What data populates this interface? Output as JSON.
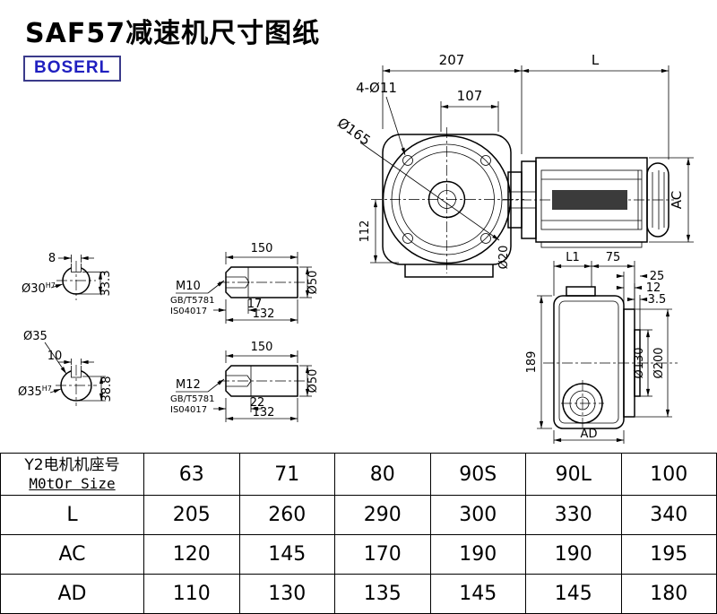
{
  "page": {
    "title": "SAF57减速机尺寸图纸",
    "brand": "BOSERL"
  },
  "d": {
    "main": {
      "d207": "207",
      "dL": "L",
      "bolt": "4-Ø11",
      "d107": "107",
      "d165": "Ø165",
      "d112": "112",
      "dAC": "AC",
      "d20": "Ø20"
    },
    "ends": {
      "w8": "8",
      "d30": "Ø30",
      "h7": "H7",
      "d333": "33.3",
      "d35o": "Ø35",
      "w10": "10",
      "d35": "Ø35",
      "d388": "38.8"
    },
    "det1": {
      "len": "150",
      "thread": "M10",
      "std1": "GB/T5781",
      "std2": "IS04017",
      "dep": "17",
      "usable": "132",
      "dia": "Ø50"
    },
    "det2": {
      "len": "150",
      "thread": "M12",
      "std1": "GB/T5781",
      "std2": "IS04017",
      "dep": "22",
      "usable": "132",
      "dia": "Ø50"
    },
    "side": {
      "dL1": "L1",
      "d75": "75",
      "d25": "25",
      "d12": "12",
      "d3p5": "3.5",
      "d189": "189",
      "d130": "Ø130",
      "d200": "Ø200",
      "dAD": "AD"
    }
  },
  "table": {
    "header_cn": "Y2电机机座号",
    "header_en": "M0tOr Size",
    "columns": [
      "63",
      "71",
      "80",
      "90S",
      "90L",
      "100"
    ],
    "rows": [
      {
        "label": "L",
        "values": [
          "205",
          "260",
          "290",
          "300",
          "330",
          "340"
        ]
      },
      {
        "label": "AC",
        "values": [
          "120",
          "145",
          "170",
          "190",
          "190",
          "195"
        ]
      },
      {
        "label": "AD",
        "values": [
          "110",
          "130",
          "135",
          "145",
          "145",
          "180"
        ]
      }
    ]
  }
}
